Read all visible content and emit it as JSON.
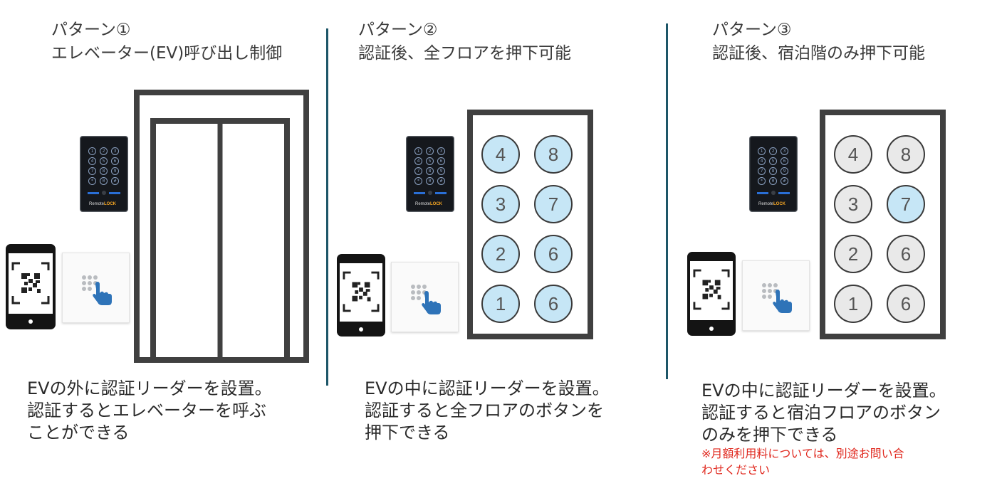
{
  "patterns": [
    {
      "title_line1": "パターン①",
      "title_line2": "エレベーター(EV)呼び出し制御",
      "desc_lines": [
        "EVの外に認証リーダーを設置。",
        "認証するとエレベーターを呼ぶ",
        "ことができる"
      ]
    },
    {
      "title_line1": "パターン②",
      "title_line2": "認証後、全フロアを押下可能",
      "desc_lines": [
        "EVの中に認証リーダーを設置。",
        "認証すると全フロアのボタンを",
        "押下できる"
      ],
      "floor_buttons": [
        {
          "label": "4",
          "state": "on"
        },
        {
          "label": "8",
          "state": "on"
        },
        {
          "label": "3",
          "state": "on"
        },
        {
          "label": "7",
          "state": "on"
        },
        {
          "label": "2",
          "state": "on"
        },
        {
          "label": "6",
          "state": "on"
        },
        {
          "label": "1",
          "state": "on"
        },
        {
          "label": "6",
          "state": "on"
        }
      ]
    },
    {
      "title_line1": "パターン③",
      "title_line2": "認証後、宿泊階のみ押下可能",
      "desc_lines": [
        "EVの中に認証リーダーを設置。",
        "認証すると宿泊フロアのボタン",
        "のみを押下できる"
      ],
      "note_lines": [
        "※月額利用料については、別途お問い合",
        "わせください"
      ],
      "floor_buttons": [
        {
          "label": "4",
          "state": "off"
        },
        {
          "label": "8",
          "state": "off"
        },
        {
          "label": "3",
          "state": "off"
        },
        {
          "label": "7",
          "state": "on"
        },
        {
          "label": "2",
          "state": "off"
        },
        {
          "label": "6",
          "state": "off"
        },
        {
          "label": "1",
          "state": "off"
        },
        {
          "label": "6",
          "state": "off"
        }
      ]
    }
  ],
  "keypad": {
    "keys": [
      "1",
      "2",
      "3",
      "4",
      "5",
      "6",
      "7",
      "8",
      "9",
      "*",
      "0",
      "#"
    ],
    "brand_prefix": "Remote",
    "brand_suffix": "LOCK"
  },
  "icons": {
    "reader": "keypad-reader-icon",
    "phone": "smartphone-qr-icon",
    "tile": "touch-keypad-icon"
  },
  "colors": {
    "divider": "#1d5668",
    "button_active": "#c6e6f6",
    "button_inactive": "#e9e9e9",
    "note": "#e0281e",
    "hand": "#2e73b8"
  }
}
